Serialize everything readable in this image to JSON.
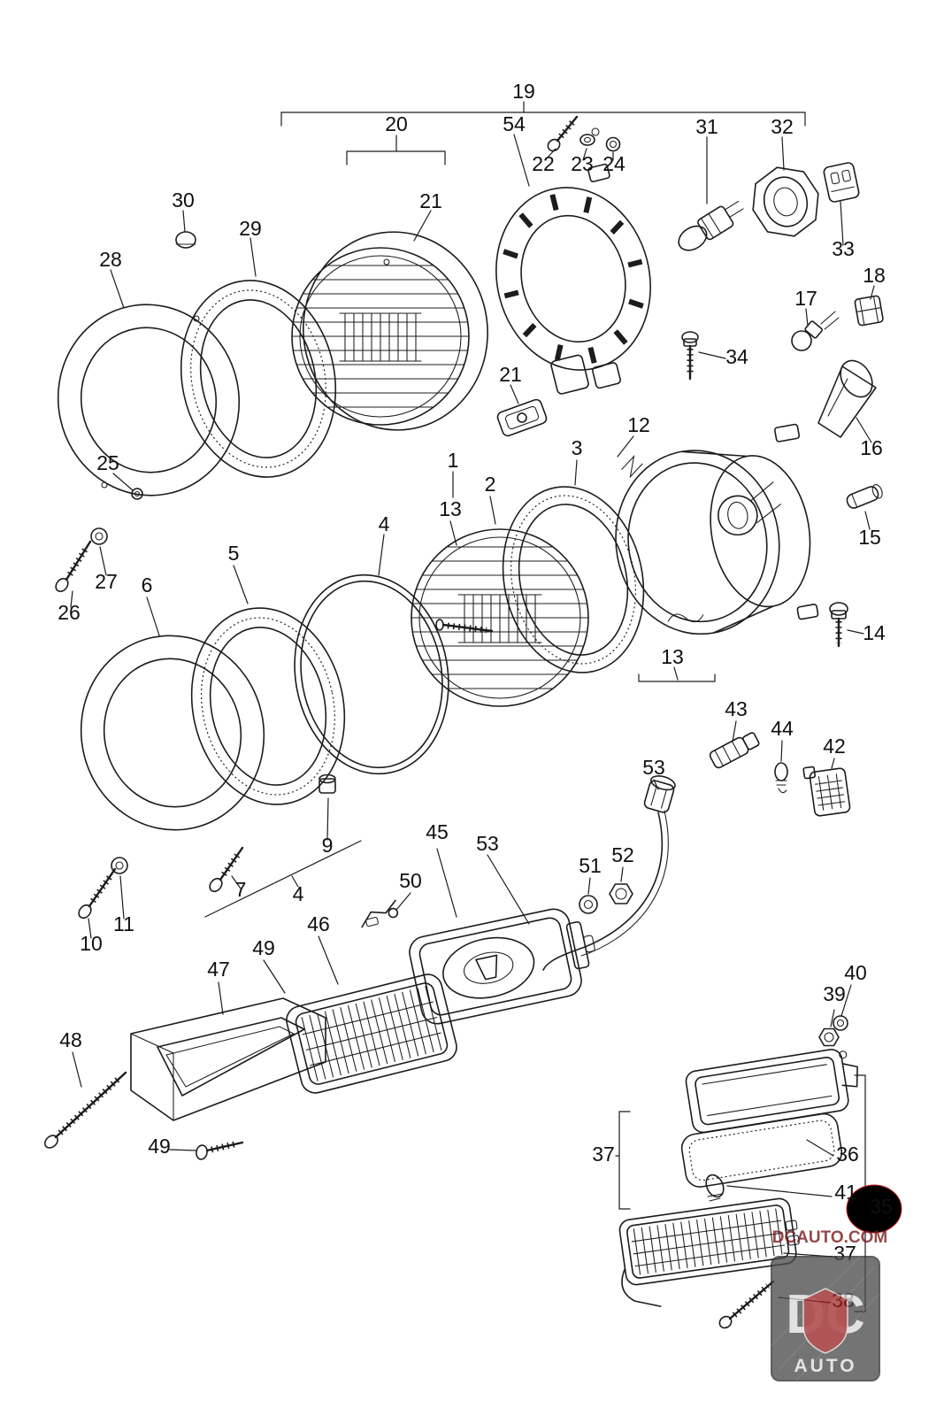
{
  "parts": [
    "19",
    "20",
    "54",
    "22",
    "23",
    "24",
    "31",
    "32",
    "30",
    "21",
    "29",
    "28",
    "33",
    "18",
    "17",
    "34",
    "21",
    "12",
    "16",
    "1",
    "25",
    "2",
    "3",
    "13",
    "4",
    "15",
    "5",
    "27",
    "6",
    "26",
    "14",
    "13",
    "43",
    "44",
    "42",
    "53",
    "45",
    "9",
    "53",
    "52",
    "51",
    "50",
    "7",
    "4",
    "11",
    "10",
    "46",
    "49",
    "47",
    "48",
    "40",
    "39",
    "49",
    "37",
    "36",
    "41",
    "35",
    "37",
    "38"
  ],
  "annotation": {
    "circled_part": "35",
    "color": "#cc2222"
  },
  "watermark": {
    "site": "DCAUTO.COM",
    "logo_line1": "DC",
    "logo_line2": "AUTO"
  },
  "drawing": {
    "stroke_color": "#1c1c1c",
    "background": "#ffffff"
  }
}
